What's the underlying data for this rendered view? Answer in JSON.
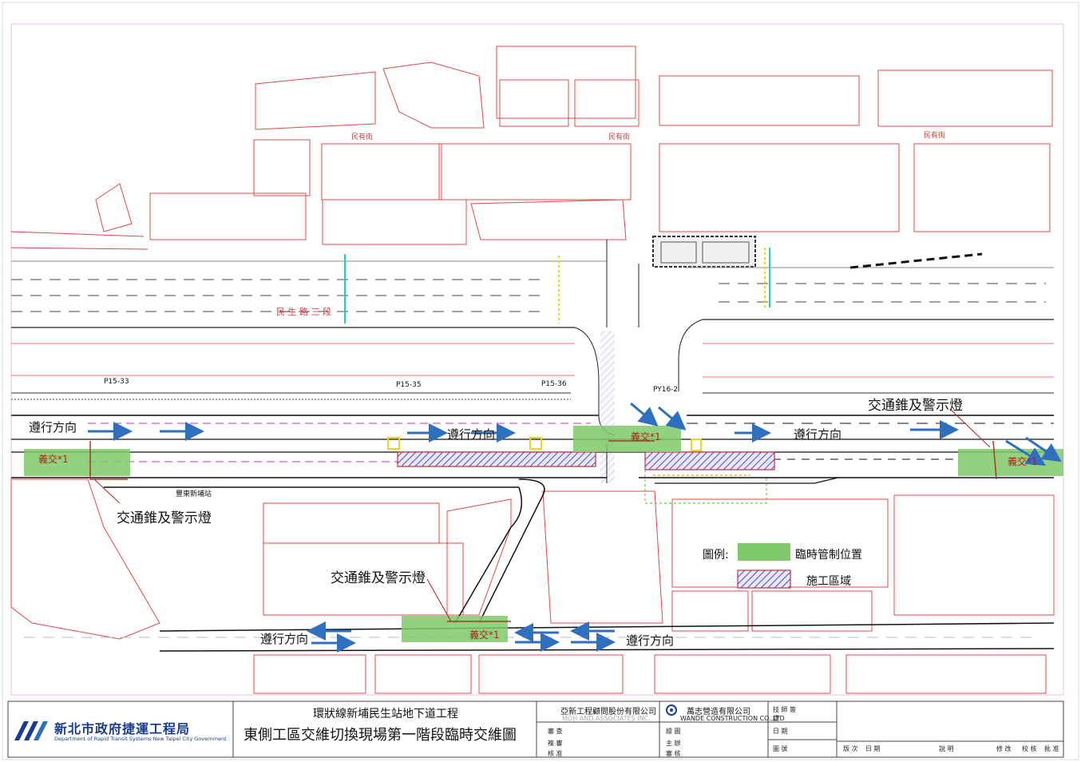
{
  "title_block": {
    "agency_name": "新北市政府捷運工程局",
    "agency_english": "Department of Rapid Transit Systems New Taipei City Government",
    "project_title": "環狀線新埔民生站地下道工程",
    "drawing_title": "東側工區交維切換現場第一階段臨時交維圖",
    "consultant": "亞新工程顧問股份有限公司",
    "consultant_english": "MOH AND ASSOCIATES INC.",
    "contractor": "萬志營造有限公司",
    "contractor_english": "WANDE CONSTRUCTION CO.,LTD",
    "consultant_rows": [
      "審 查",
      "複 審",
      "核 准"
    ],
    "contractor_rows": [
      "繪 圖",
      "主 辦",
      "審 核"
    ],
    "right_rows": [
      "技 師 簽 證",
      "日 期",
      "圖 號"
    ],
    "revision_headers": [
      "版 次",
      "日 期",
      "說 明",
      "修 改",
      "校 核",
      "批 准"
    ]
  },
  "annotations": {
    "direction_label": "遵行方向",
    "cone_label": "交通錐及警示燈",
    "volunteer_label": "義交*1",
    "legend_title": "圖例:",
    "legend_control": "臨時管制位置",
    "legend_work": "施工區域",
    "road_name": "民 生 路 三 段",
    "station_label": "豐東新埔站",
    "street_minyou_1": "民有街",
    "street_minyou_2": "民有街",
    "street_minyou_3": "民有街",
    "pole_1": "P15-33",
    "pole_2": "P15-35",
    "pole_3": "P15-36",
    "pole_4": "PY16-2"
  },
  "colors": {
    "building_red": "#e04848",
    "arrow_blue": "#2f6fc0",
    "control_green": "#7fc96a",
    "work_hatch": "#4a4ac0",
    "work_border": "#c0303a",
    "cyan_mark": "#22c7d8",
    "yellow_mark": "#f2d21b",
    "logo_blue": "#1a3c8f"
  }
}
